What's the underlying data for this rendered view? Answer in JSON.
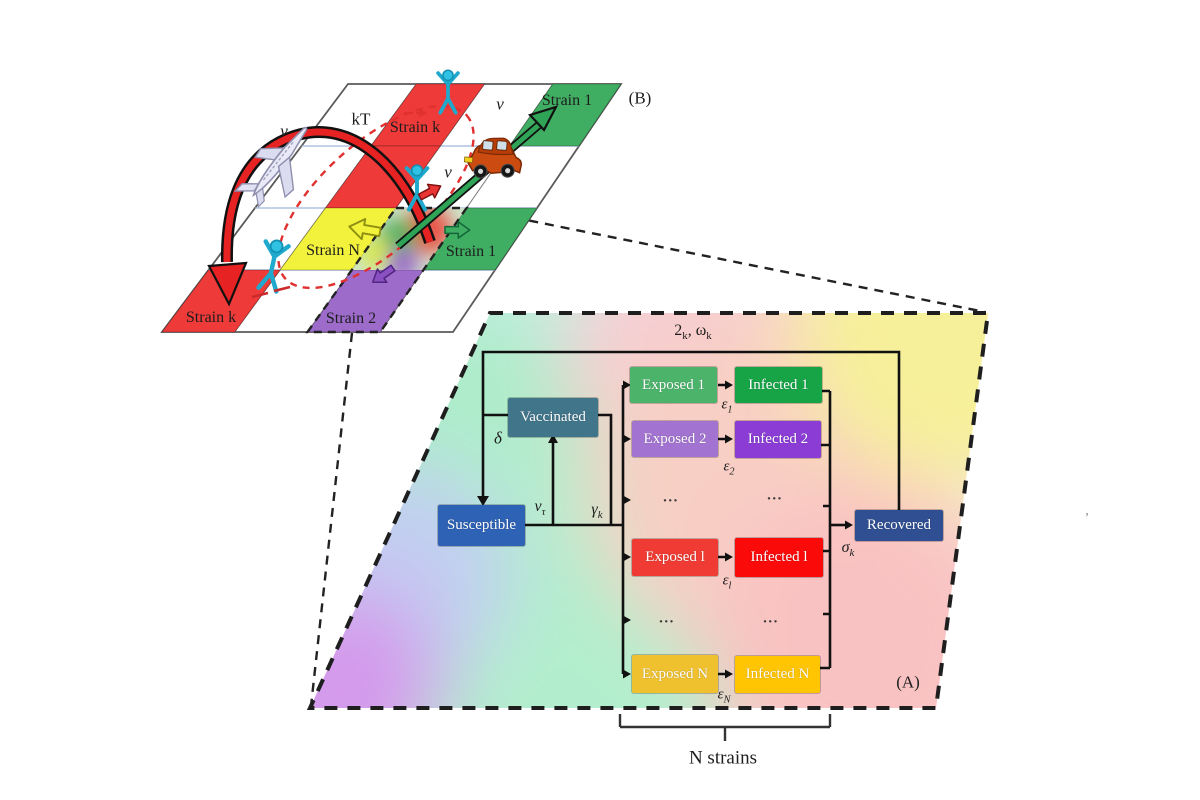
{
  "b": {
    "panel_label": "(B)",
    "cells": {
      "strain_k_top": "Strain k",
      "strain_1_top": "Strain 1",
      "strain_N": "Strain N",
      "strain_1_mid": "Strain 1",
      "strain_2": "Strain 2",
      "strain_k_bottom": "Strain k"
    },
    "symbols": {
      "nu": "ν",
      "kT": "kT"
    },
    "colors": {
      "strain_red": "#ee3a38",
      "strain_green": "#3fae62",
      "strain_yellow": "#f2f23c",
      "strain_purple": "#9d6bca",
      "big_arrow_red": "#e62222",
      "big_arrow_green": "#2fa456",
      "person_cyan": "#2fc2e2"
    }
  },
  "a": {
    "panel_label": "(A)",
    "boxes": {
      "susceptible": "Susceptible",
      "vaccinated": "Vaccinated",
      "recovered": "Recovered"
    },
    "rows": [
      {
        "exposed": "Exposed 1",
        "infected": "Infected 1",
        "rate_base": "ε",
        "rate_sub": "1",
        "exposed_color": "#4cb36b",
        "infected_color": "#16a447"
      },
      {
        "exposed": "Exposed 2",
        "infected": "Infected 2",
        "rate_base": "ε",
        "rate_sub": "2",
        "exposed_color": "#a273d0",
        "infected_color": "#8a3cd4"
      },
      {
        "exposed": "Exposed l",
        "infected": "Infected l",
        "rate_base": "ε",
        "rate_sub": "l",
        "exposed_color": "#ef3b33",
        "infected_color": "#fb0a0a"
      },
      {
        "exposed": "Exposed N",
        "infected": "Infected N",
        "rate_base": "ε",
        "rate_sub": "N",
        "exposed_color": "#efc12f",
        "infected_color": "#ffc402"
      }
    ],
    "dots": "...",
    "labels": {
      "top_base": "2",
      "top_sub": "k",
      "top_base2": ", ω",
      "top_sub2": "k",
      "delta": "δ",
      "v_base": "v",
      "v_sub": "τ",
      "gamma_base": "γ",
      "gamma_sub": "k",
      "sigma_base": "σ",
      "sigma_sub": "k",
      "n_strains": "N strains"
    },
    "colors": {
      "susceptible": "#2e62b5",
      "vaccinated": "#41758a",
      "recovered": "#304f92",
      "bg_mint": "#aeeccb",
      "bg_pink": "#f8cfc4",
      "bg_yellow": "#f7f09a",
      "bg_purple": "#d49aec"
    }
  },
  "misc": {
    "stray_mark": "’"
  }
}
